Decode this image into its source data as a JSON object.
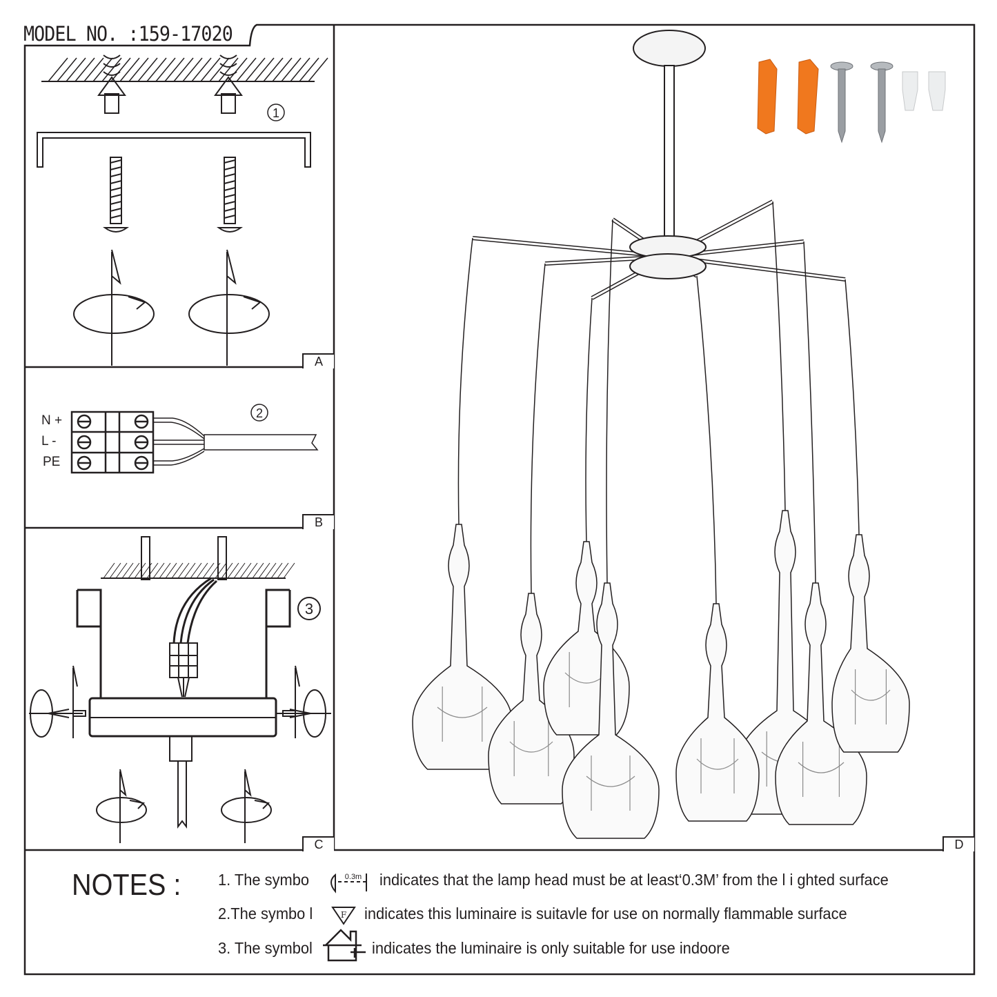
{
  "header": {
    "model_number": "MODEL NO. :159-17020"
  },
  "panels": {
    "a": {
      "label": "A",
      "step": "1"
    },
    "b": {
      "label": "B",
      "step": "2",
      "terminals": [
        "N +",
        "L -",
        "PE"
      ]
    },
    "c": {
      "label": "C",
      "step": "3"
    },
    "d": {
      "label": "D"
    }
  },
  "notes": {
    "title": "NOTES :",
    "items": [
      {
        "prefix": "1. The symbo",
        "symbol_text": "0.3m",
        "text": "indicates that the lamp head must be at least‘0.3M’ from the l i ghted surface"
      },
      {
        "prefix": "2.The symbo l",
        "symbol_text": "F",
        "text": "indicates this luminaire is suitavle for use on normally flammable surface"
      },
      {
        "prefix": "3. The symbol",
        "text": "indicates the luminaire is only suitable for use indoore"
      }
    ]
  },
  "colors": {
    "line": "#231f20",
    "anchor": "#f0781e",
    "screw": "#9a9ea3"
  }
}
